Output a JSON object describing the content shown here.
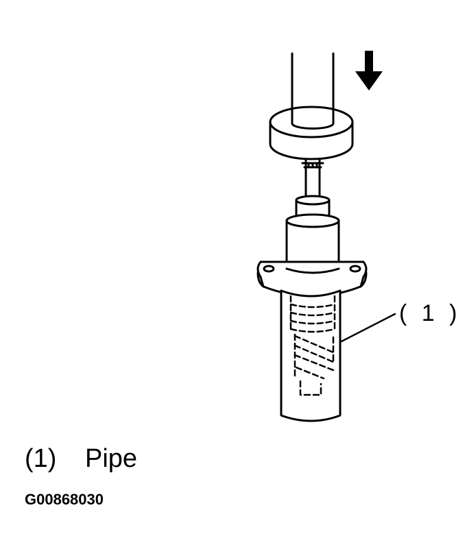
{
  "callout": {
    "label": "( 1 )"
  },
  "legend": [
    {
      "number": "(1)",
      "name": "Pipe"
    }
  ],
  "figure_code": "G00868030",
  "colors": {
    "ink": "#000000",
    "paper": "#ffffff"
  }
}
